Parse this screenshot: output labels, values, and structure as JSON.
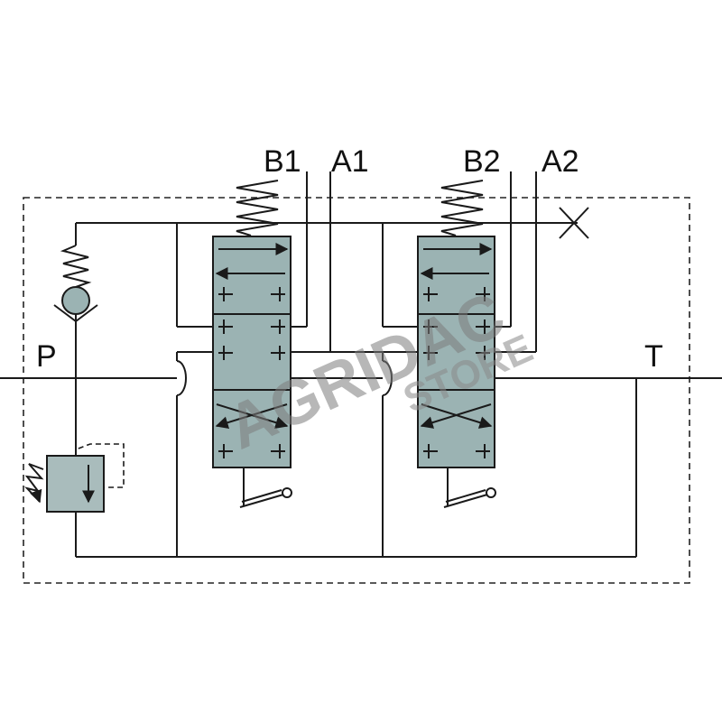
{
  "diagram": {
    "ports": {
      "p": "P",
      "t": "T",
      "b1": "B1",
      "a1": "A1",
      "b2": "B2",
      "a2": "A2"
    },
    "watermark": {
      "brand": "AGRIDAC",
      "sub": "STORE"
    }
  },
  "colors": {
    "spool_fill": "#9bb3b3",
    "valve_fill": "#a9bcbc",
    "line": "#1a1a1a",
    "watermark_gray": "#8e8e8e",
    "watermark_green": "#8fa57a"
  },
  "icons": [
    "spring-icon",
    "check-valve-icon",
    "relief-valve-icon",
    "lever-icon",
    "plug-icon"
  ]
}
